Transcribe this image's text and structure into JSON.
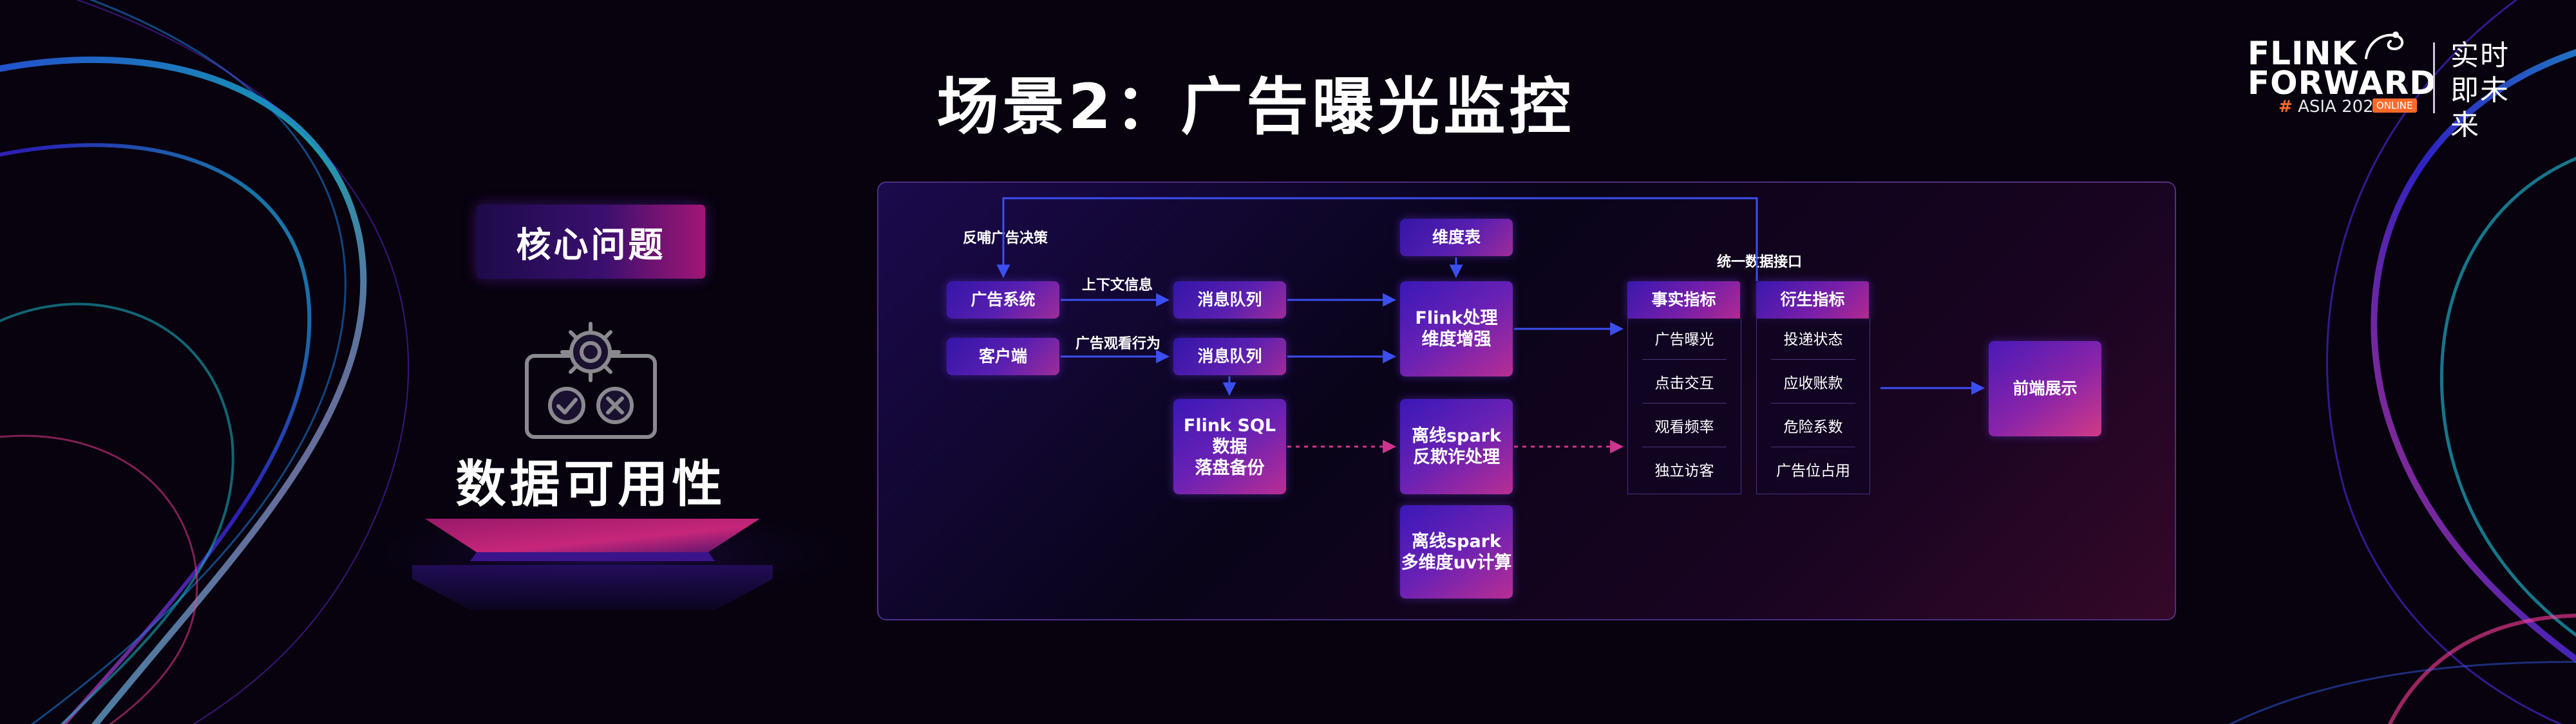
{
  "title": "场景2：广告曝光监控",
  "logo": {
    "line1": "FLINK",
    "line2": "FORWARD",
    "hash": "#",
    "edition": "ASIA 2022",
    "online": "ONLINE",
    "slogan": "实时即未来"
  },
  "left_panel": {
    "core_label": "核心问题",
    "topic": "数据可用性",
    "icon": "gear-check-cross-icon"
  },
  "diagram": {
    "feedback_label": "反哺广告决策",
    "context_label": "上下文信息",
    "behavior_label": "广告观看行为",
    "unified_api_label": "统一数据接口",
    "nodes": {
      "ad_system": "广告系统",
      "client": "客户端",
      "mq_1": "消息队列",
      "mq_2": "消息队列",
      "flink_sql": "Flink SQL 数据\n落盘备份",
      "dim_table": "维度表",
      "flink_process": "Flink处理\n维度增强",
      "spark_fraud": "离线spark\n反欺诈处理",
      "spark_uv": "离线spark\n多维度uv计算",
      "frontend": "前端展示"
    },
    "fact_metrics": {
      "header": "事实指标",
      "items": [
        "广告曝光",
        "点击交互",
        "观看频率",
        "独立访客"
      ]
    },
    "derived_metrics": {
      "header": "衍生指标",
      "items": [
        "投递状态",
        "应收账款",
        "危险系数",
        "广告位占用"
      ]
    }
  },
  "colors": {
    "background": "#07020e",
    "node_blue": "#3316a8",
    "node_magenta": "#9e2c9a",
    "arrow_solid": "#2a3bd8",
    "arrow_dashed": "#c8308c",
    "logo_accent": "#ff6a2a"
  }
}
